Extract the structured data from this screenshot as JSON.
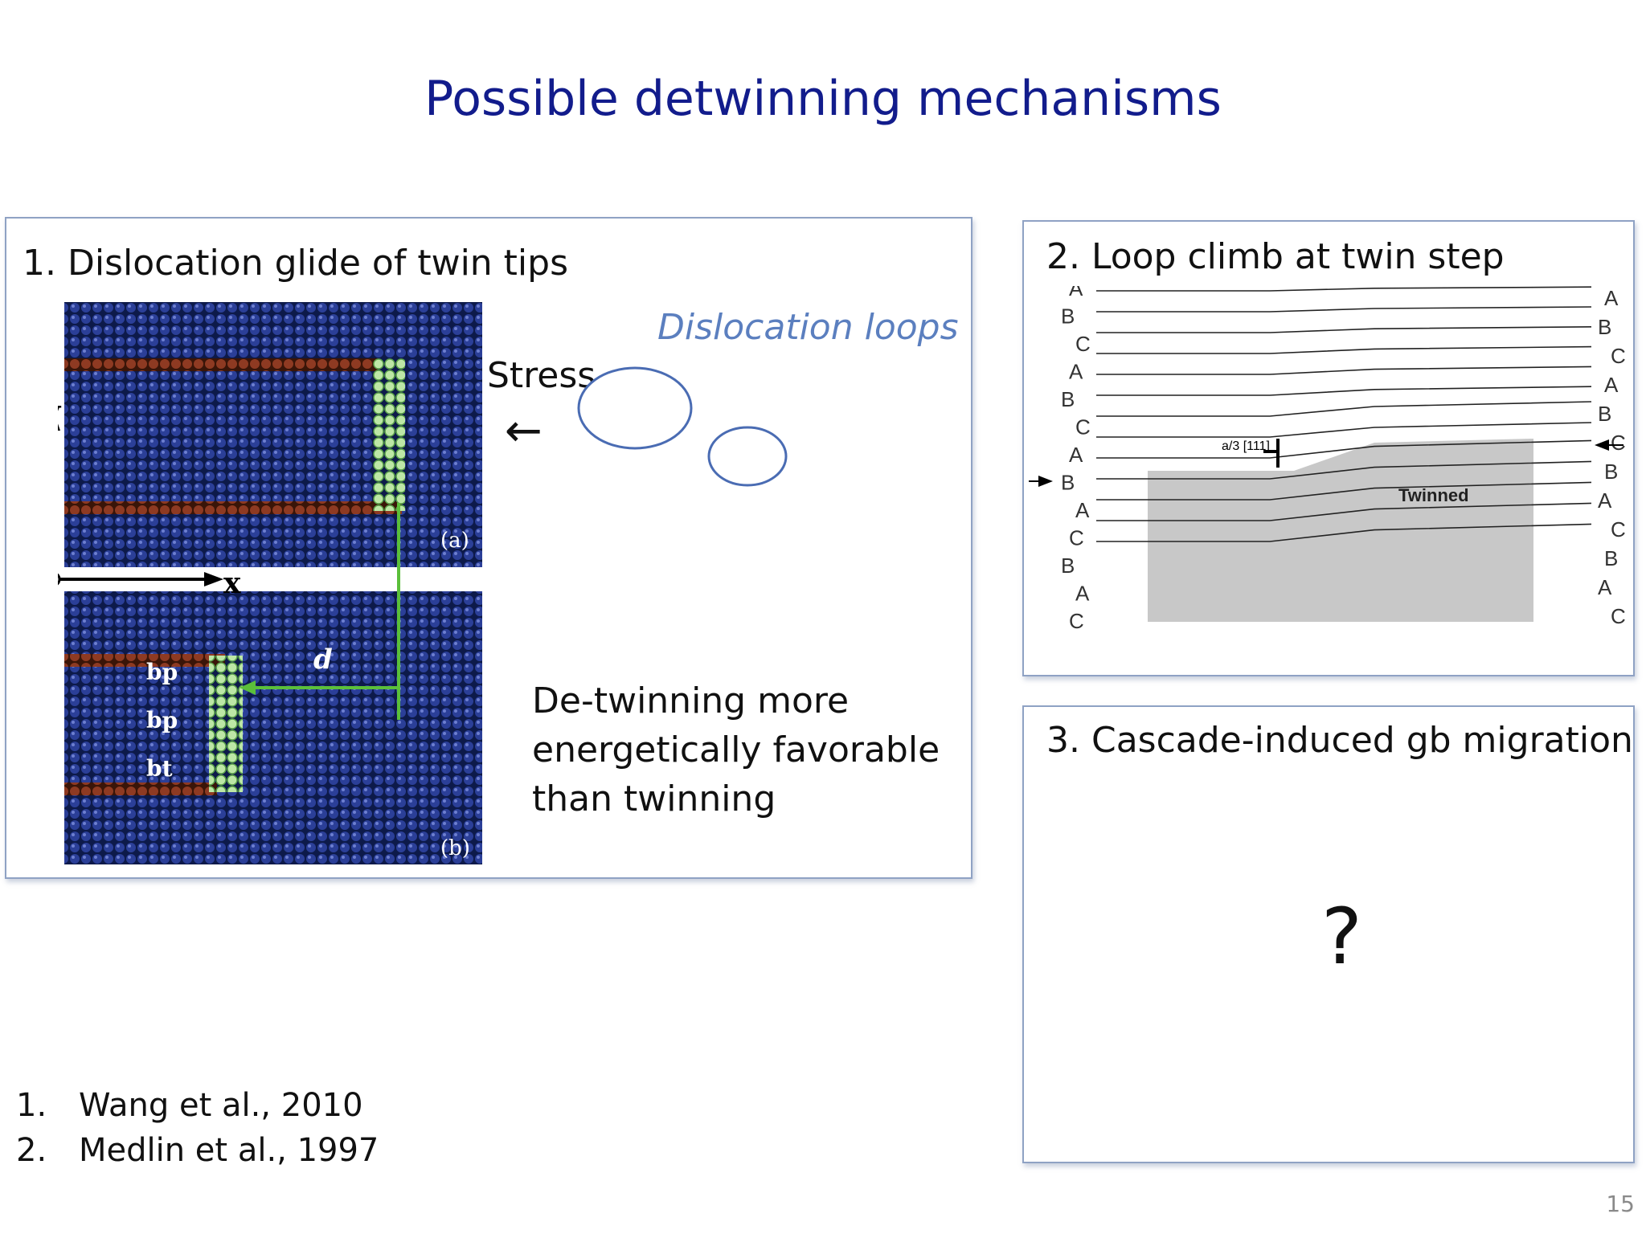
{
  "title": "Possible detwinning mechanisms",
  "panel1": {
    "heading": "1. Dislocation glide of twin tips",
    "loops_label": "Dislocation loops",
    "stress_label": "Stress",
    "stress_arrow": "←",
    "detwin_text": "De-twinning more energetically favorable than twinning",
    "figure_labels": {
      "y": "y",
      "x": "x",
      "a": "(a)",
      "b": "(b)",
      "d": "d",
      "bp1": "bp",
      "bp2": "bp",
      "bt": "bt"
    }
  },
  "panel2": {
    "heading": "2. Loop climb at twin step",
    "left_stack": [
      "A",
      "B",
      "C",
      "A",
      "B",
      "C",
      "A",
      "B",
      "A",
      "C",
      "B",
      "A",
      "C"
    ],
    "right_stack": [
      "A",
      "B",
      "C",
      "A",
      "B",
      "C",
      "B",
      "A",
      "C",
      "B",
      "A",
      "C"
    ],
    "burgers_label": "a/3 [111]",
    "twinned_label": "Twinned"
  },
  "panel3": {
    "heading": "3. Cascade-induced  gb migration",
    "placeholder": "?"
  },
  "references": [
    {
      "num": "1.",
      "text": "Wang et al., 2010"
    },
    {
      "num": "2.",
      "text": "Medlin et al., 1997"
    }
  ],
  "page_number": "15"
}
